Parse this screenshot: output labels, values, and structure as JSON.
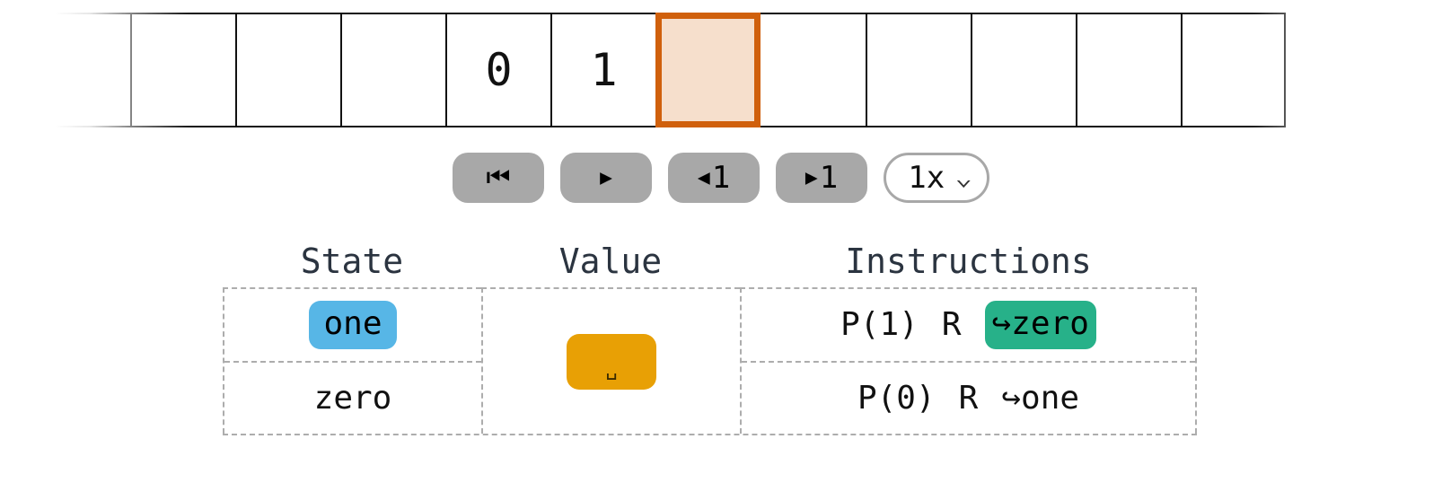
{
  "tape": {
    "cells": [
      {
        "value": "",
        "head": false
      },
      {
        "value": "",
        "head": false
      },
      {
        "value": "",
        "head": false
      },
      {
        "value": "",
        "head": false
      },
      {
        "value": "0",
        "head": false
      },
      {
        "value": "1",
        "head": false
      },
      {
        "value": "",
        "head": true
      },
      {
        "value": "",
        "head": false
      },
      {
        "value": "",
        "head": false
      },
      {
        "value": "",
        "head": false
      },
      {
        "value": "",
        "head": false
      },
      {
        "value": "",
        "head": false
      }
    ],
    "head_fill": "#f6dfcc",
    "head_border": "#d0600c"
  },
  "controls": {
    "buttons": [
      {
        "name": "reset-to-start",
        "glyph": "⏮",
        "label": ""
      },
      {
        "name": "play",
        "glyph": "▶",
        "label": ""
      },
      {
        "name": "step-back",
        "glyph": "◀",
        "label": "1"
      },
      {
        "name": "step-forward",
        "glyph": "▶",
        "label": "1"
      }
    ],
    "speed": {
      "value": "1x",
      "chevron": "⌄",
      "options": [
        "1x"
      ]
    },
    "button_color": "#a8a8a8"
  },
  "table": {
    "headers": {
      "state": "State",
      "value": "Value",
      "instructions": "Instructions"
    },
    "rows": [
      {
        "state": "one",
        "state_active": true,
        "instruction_print": "P(1)",
        "instruction_move": "R",
        "instruction_goto": "↪zero",
        "instruction_active": true
      },
      {
        "state": "zero",
        "state_active": false,
        "instruction_print": "P(0)",
        "instruction_move": "R",
        "instruction_goto": "↪one",
        "instruction_active": false
      }
    ],
    "value": {
      "symbol": "␣",
      "color": "#e8a005"
    },
    "colors": {
      "state_highlight": "#57b6e6",
      "instruction_highlight": "#27b189",
      "border": "#adadad"
    }
  }
}
